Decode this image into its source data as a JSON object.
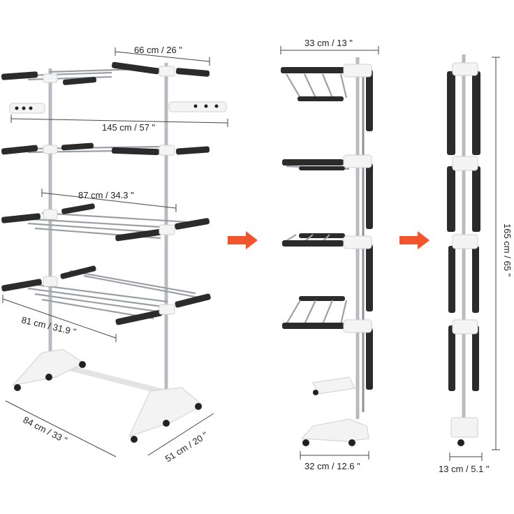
{
  "left_view": {
    "top_width": "66 cm / 26 \"",
    "wing_span": "145 cm / 57 \"",
    "shelf_width": "87 cm / 34.3 \"",
    "lower_width": "81 cm / 31.9 \"",
    "base_length": "84 cm / 33 \"",
    "base_depth": "51 cm / 20 \""
  },
  "middle_view": {
    "top_width": "33 cm / 13 \"",
    "base_width": "32 cm / 12.6 \""
  },
  "right_view": {
    "height": "165 cm / 65 \"",
    "width": "13 cm / 5.1 \""
  },
  "colors": {
    "arrow": "#f2542d",
    "wing": "#2b2b2b",
    "frame": "#b8bcc2"
  }
}
